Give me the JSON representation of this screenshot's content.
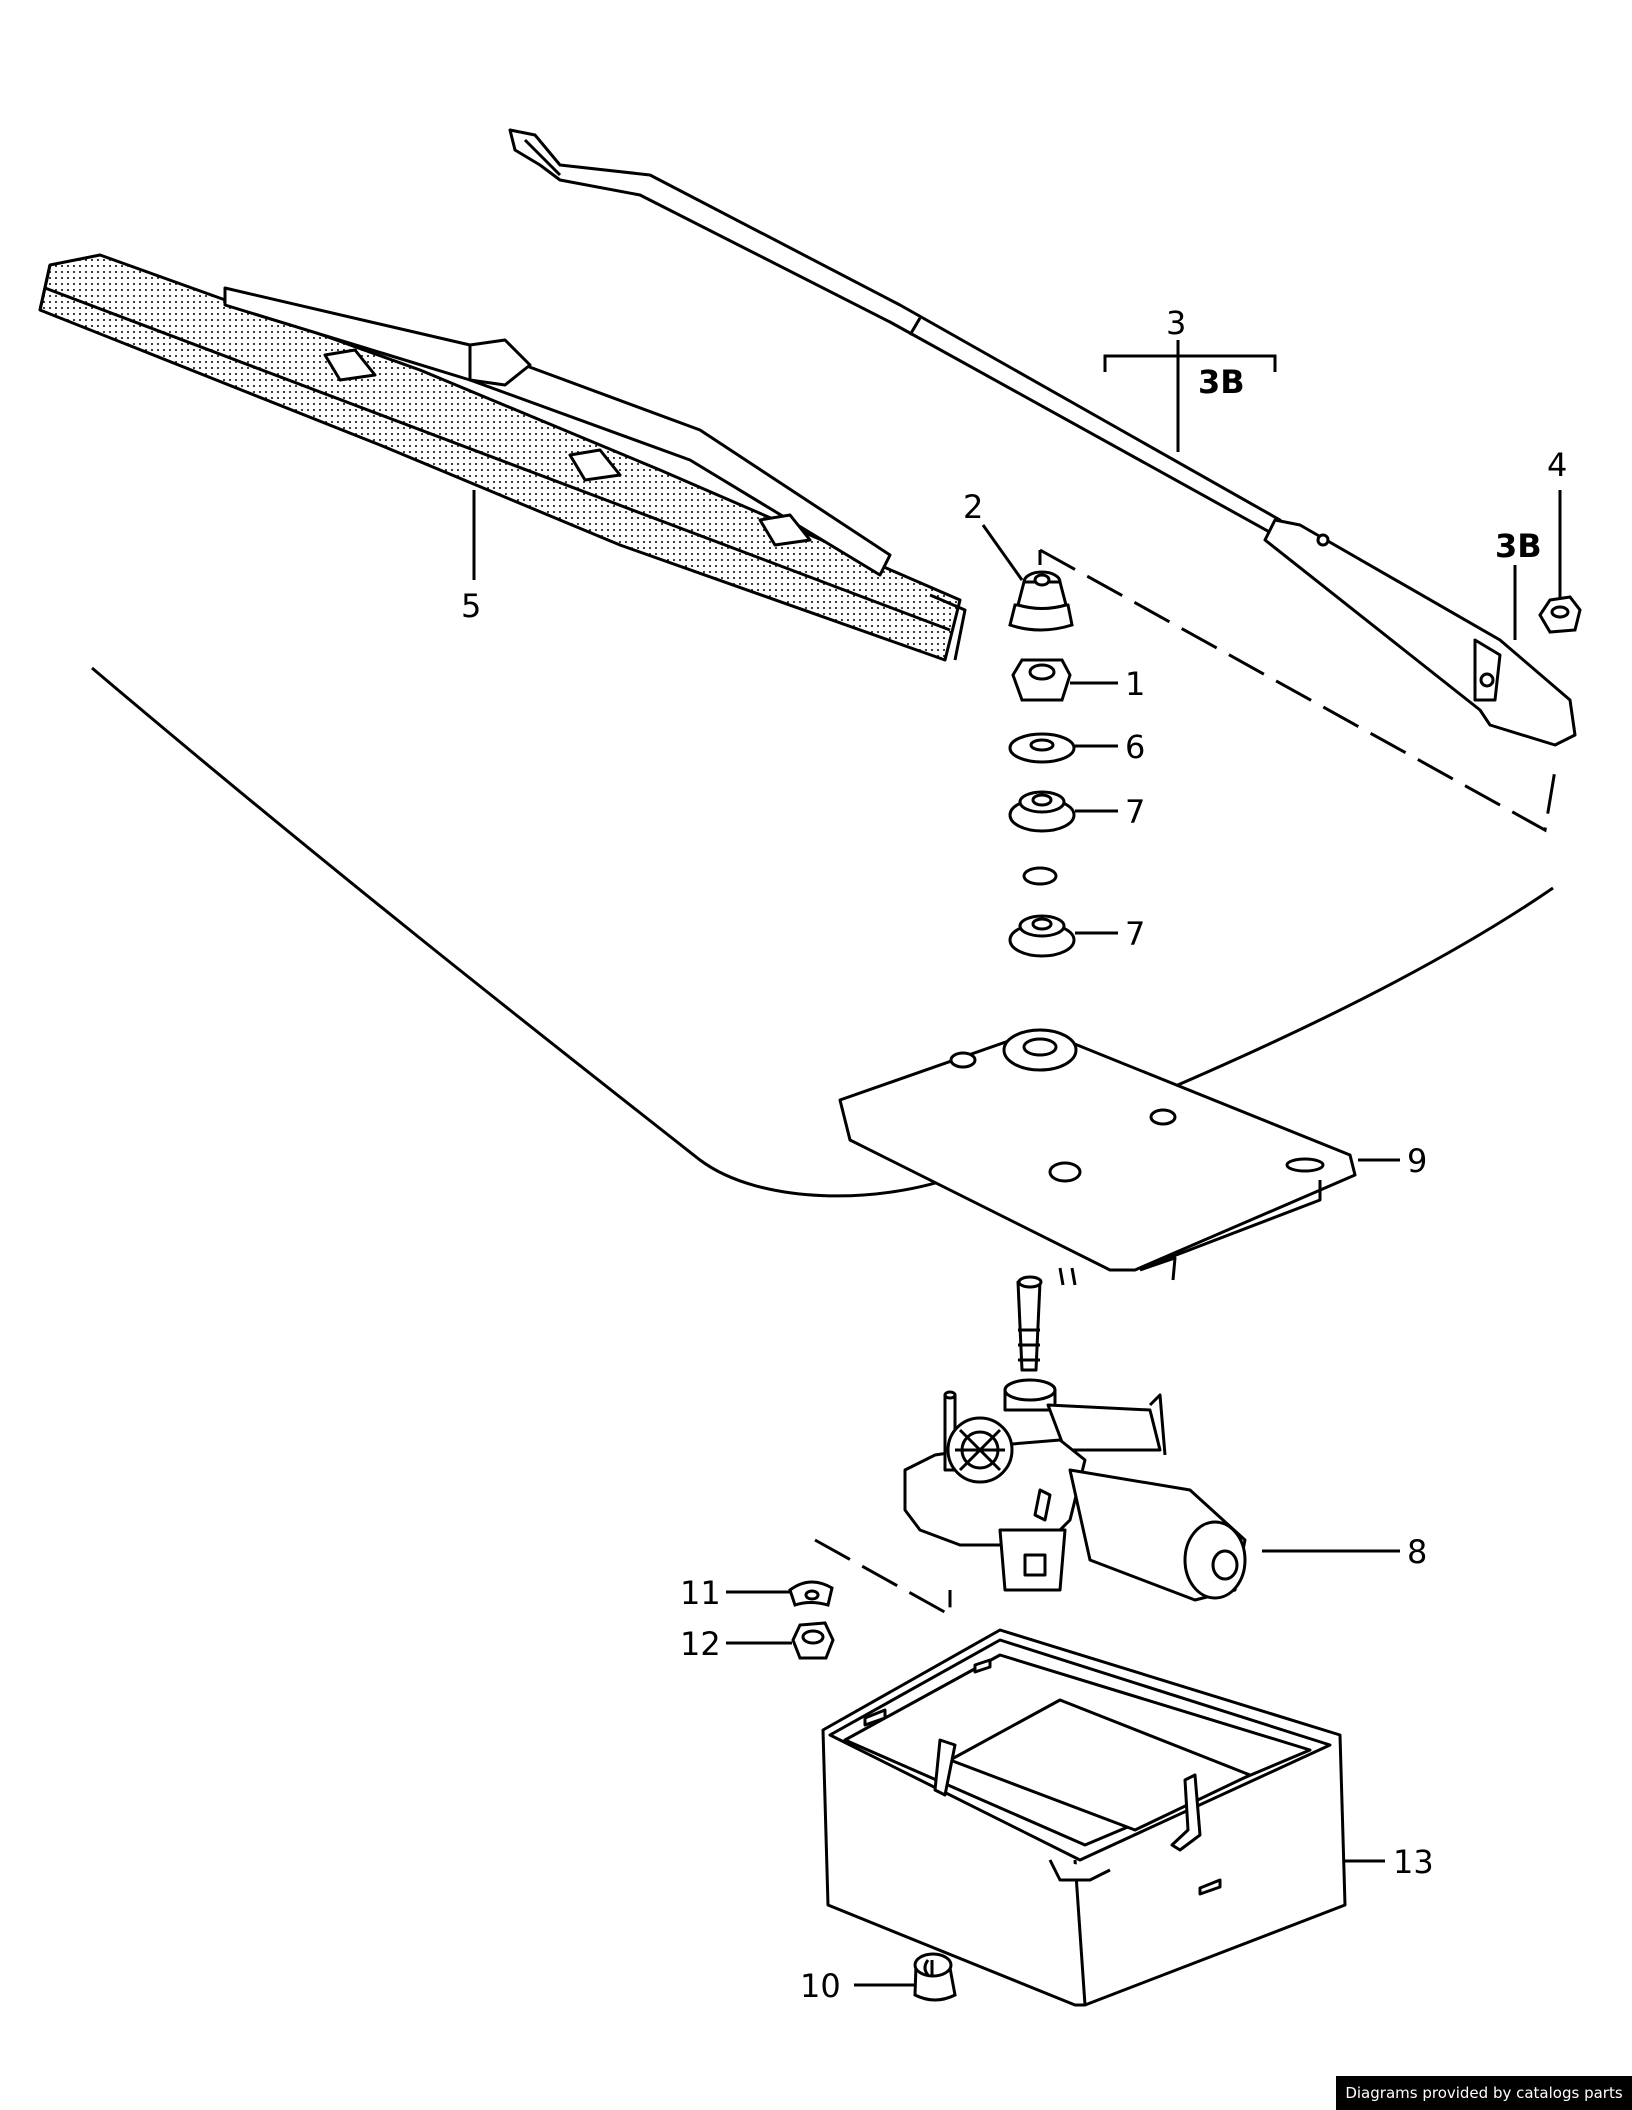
{
  "callouts": {
    "part_1": "1",
    "part_2": "2",
    "part_3": "3",
    "part_3b_bracket": "3B",
    "part_3b": "3B",
    "part_4": "4",
    "part_5": "5",
    "part_6": "6",
    "part_7_upper": "7",
    "part_7_lower": "7",
    "part_8": "8",
    "part_9": "9",
    "part_10": "10",
    "part_11": "11",
    "part_12": "12",
    "part_13": "13"
  },
  "footer": {
    "credit": "Diagrams provided by catalogs parts"
  },
  "colors": {
    "line": "#000000",
    "background": "#ffffff",
    "credit_bg": "#000000",
    "credit_text": "#ffffff"
  }
}
